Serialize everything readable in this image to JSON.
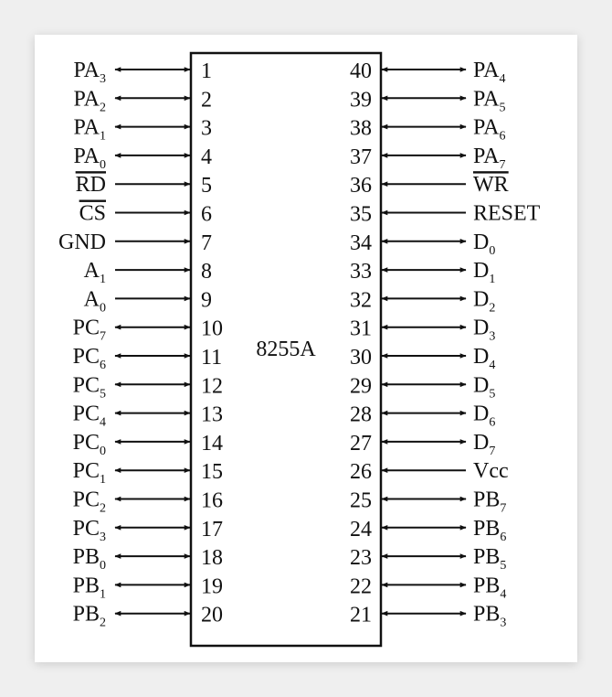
{
  "chip": {
    "name": "8255A"
  },
  "left_pins": [
    {
      "pin": "1",
      "base": "PA",
      "sub": "3",
      "dir": "bi",
      "bar": false
    },
    {
      "pin": "2",
      "base": "PA",
      "sub": "2",
      "dir": "bi",
      "bar": false
    },
    {
      "pin": "3",
      "base": "PA",
      "sub": "1",
      "dir": "bi",
      "bar": false
    },
    {
      "pin": "4",
      "base": "PA",
      "sub": "0",
      "dir": "bi",
      "bar": false
    },
    {
      "pin": "5",
      "base": "RD",
      "sub": "",
      "dir": "in",
      "bar": true
    },
    {
      "pin": "6",
      "base": "CS",
      "sub": "",
      "dir": "in",
      "bar": true
    },
    {
      "pin": "7",
      "base": "GND",
      "sub": "",
      "dir": "in",
      "bar": false
    },
    {
      "pin": "8",
      "base": "A",
      "sub": "1",
      "dir": "in",
      "bar": false
    },
    {
      "pin": "9",
      "base": "A",
      "sub": "0",
      "dir": "in",
      "bar": false
    },
    {
      "pin": "10",
      "base": "PC",
      "sub": "7",
      "dir": "bi",
      "bar": false
    },
    {
      "pin": "11",
      "base": "PC",
      "sub": "6",
      "dir": "bi",
      "bar": false
    },
    {
      "pin": "12",
      "base": "PC",
      "sub": "5",
      "dir": "bi",
      "bar": false
    },
    {
      "pin": "13",
      "base": "PC",
      "sub": "4",
      "dir": "bi",
      "bar": false
    },
    {
      "pin": "14",
      "base": "PC",
      "sub": "0",
      "dir": "bi",
      "bar": false
    },
    {
      "pin": "15",
      "base": "PC",
      "sub": "1",
      "dir": "bi",
      "bar": false
    },
    {
      "pin": "16",
      "base": "PC",
      "sub": "2",
      "dir": "bi",
      "bar": false
    },
    {
      "pin": "17",
      "base": "PC",
      "sub": "3",
      "dir": "bi",
      "bar": false
    },
    {
      "pin": "18",
      "base": "PB",
      "sub": "0",
      "dir": "bi",
      "bar": false
    },
    {
      "pin": "19",
      "base": "PB",
      "sub": "1",
      "dir": "bi",
      "bar": false
    },
    {
      "pin": "20",
      "base": "PB",
      "sub": "2",
      "dir": "bi",
      "bar": false
    }
  ],
  "right_pins": [
    {
      "pin": "40",
      "base": "PA",
      "sub": "4",
      "dir": "bi",
      "bar": false
    },
    {
      "pin": "39",
      "base": "PA",
      "sub": "5",
      "dir": "bi",
      "bar": false
    },
    {
      "pin": "38",
      "base": "PA",
      "sub": "6",
      "dir": "bi",
      "bar": false
    },
    {
      "pin": "37",
      "base": "PA",
      "sub": "7",
      "dir": "bi",
      "bar": false
    },
    {
      "pin": "36",
      "base": "WR",
      "sub": "",
      "dir": "in",
      "bar": true
    },
    {
      "pin": "35",
      "base": "RESET",
      "sub": "",
      "dir": "in",
      "bar": false
    },
    {
      "pin": "34",
      "base": "D",
      "sub": "0",
      "dir": "bi",
      "bar": false
    },
    {
      "pin": "33",
      "base": "D",
      "sub": "1",
      "dir": "bi",
      "bar": false
    },
    {
      "pin": "32",
      "base": "D",
      "sub": "2",
      "dir": "bi",
      "bar": false
    },
    {
      "pin": "31",
      "base": "D",
      "sub": "3",
      "dir": "bi",
      "bar": false
    },
    {
      "pin": "30",
      "base": "D",
      "sub": "4",
      "dir": "bi",
      "bar": false
    },
    {
      "pin": "29",
      "base": "D",
      "sub": "5",
      "dir": "bi",
      "bar": false
    },
    {
      "pin": "28",
      "base": "D",
      "sub": "6",
      "dir": "bi",
      "bar": false
    },
    {
      "pin": "27",
      "base": "D",
      "sub": "7",
      "dir": "bi",
      "bar": false
    },
    {
      "pin": "26",
      "base": "Vcc",
      "sub": "",
      "dir": "in",
      "bar": false
    },
    {
      "pin": "25",
      "base": "PB",
      "sub": "7",
      "dir": "bi",
      "bar": false
    },
    {
      "pin": "24",
      "base": "PB",
      "sub": "6",
      "dir": "bi",
      "bar": false
    },
    {
      "pin": "23",
      "base": "PB",
      "sub": "5",
      "dir": "bi",
      "bar": false
    },
    {
      "pin": "22",
      "base": "PB",
      "sub": "4",
      "dir": "bi",
      "bar": false
    },
    {
      "pin": "21",
      "base": "PB",
      "sub": "3",
      "dir": "bi",
      "bar": false
    }
  ]
}
